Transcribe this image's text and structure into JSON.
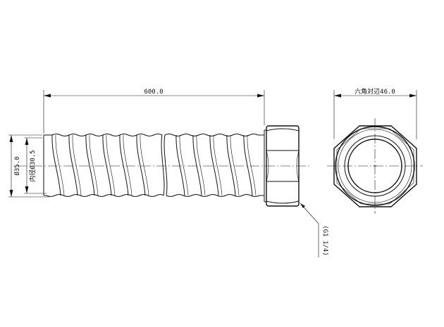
{
  "dimensions": {
    "length": "600.0",
    "outer_diameter": "Ø35.0",
    "inner_diameter": "内径Ø30.5",
    "across_flats": "六角対辺46.0"
  },
  "callout": {
    "thread": "(G1 1/4)"
  }
}
